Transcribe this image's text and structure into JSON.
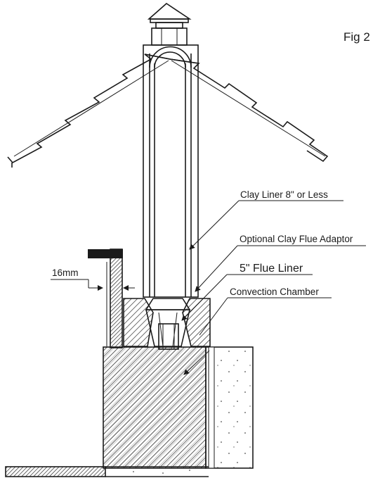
{
  "figure": {
    "label": "Fig 2"
  },
  "labels": {
    "clay_liner": "Clay Liner 8\" or Less",
    "clay_adaptor": "Optional Clay Flue Adaptor",
    "flue_liner": "5\" Flue Liner",
    "convection_chamber": "Convection Chamber",
    "gap": "16mm"
  },
  "colors": {
    "line": "#1a1a1a",
    "background": "#ffffff"
  }
}
